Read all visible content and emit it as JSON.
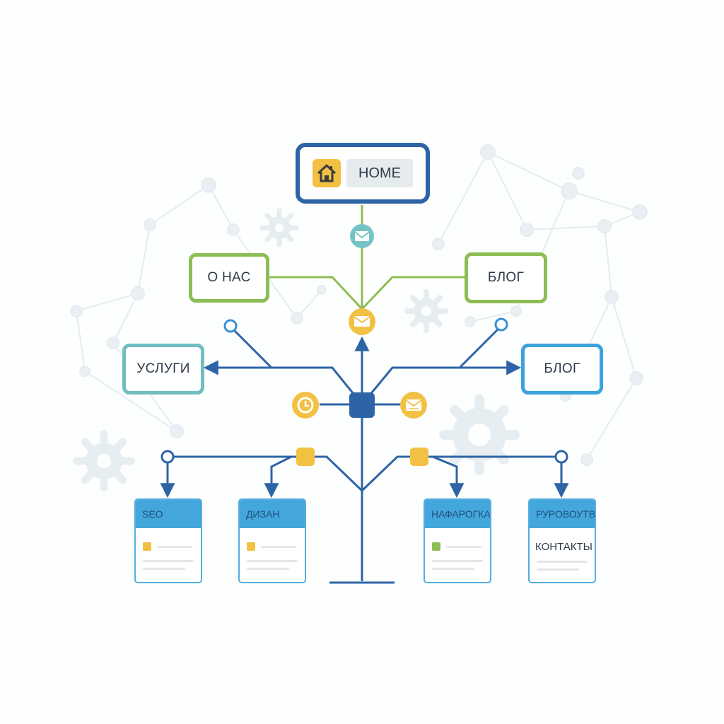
{
  "home": {
    "label": "HOME",
    "icon": "house-icon"
  },
  "level1": {
    "left_label": "О НАС",
    "right_label": "БЛОГ"
  },
  "level2": {
    "left_label": "УСЛУГИ",
    "right_label": "БЛОГ"
  },
  "cards": [
    {
      "title": "SEO",
      "marker": "yellow-square"
    },
    {
      "title": "ДИЗАН",
      "marker": "yellow-square"
    },
    {
      "title": "НАФАРОГКА",
      "marker": "green-square"
    },
    {
      "title": "РУРОВОУТВА",
      "body": "КОНТАКТЫ"
    }
  ],
  "icons": [
    "email-icon",
    "email-icon",
    "clock-icon",
    "email-icon",
    "gear-icon"
  ],
  "colors": {
    "home_border": "#2e64a6",
    "green_border": "#8dbd55",
    "teal_border": "#6fbec0",
    "blue_border": "#3aa3dc",
    "card_header": "#44a7dc",
    "connector": "#2e64a6",
    "accent_yellow": "#f2c144",
    "green_marker": "#8dbd55"
  }
}
